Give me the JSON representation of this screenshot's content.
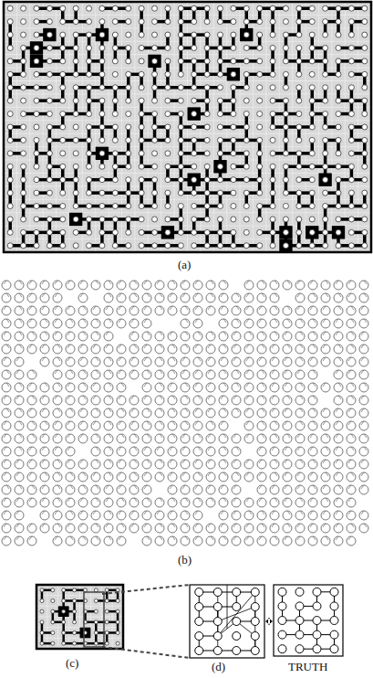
{
  "diagram": {
    "labels": [
      "(a)",
      "(b)",
      "(c)",
      "(d)",
      "TRUTH"
    ]
  }
}
